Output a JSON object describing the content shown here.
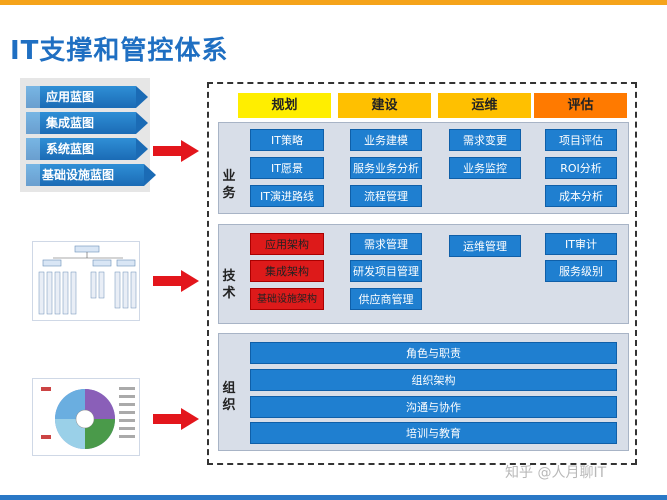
{
  "title": "IT支撑和管控体系",
  "blueprints": [
    "应用蓝图",
    "集成蓝图",
    "系统蓝图",
    "基础设施蓝图"
  ],
  "phases": [
    {
      "label": "规划",
      "color": "#ffee00"
    },
    {
      "label": "建设",
      "color": "#ffc000"
    },
    {
      "label": "运维",
      "color": "#ffc000"
    },
    {
      "label": "评估",
      "color": "#ff7a00"
    }
  ],
  "rows": {
    "business": {
      "label": "业务",
      "cells": [
        [
          "IT策略",
          "IT愿景",
          "IT演进路线"
        ],
        [
          "业务建模",
          "服务业务分析",
          "流程管理"
        ],
        [
          "需求变更",
          "业务监控"
        ],
        [
          "项目评估",
          "ROI分析",
          "成本分析"
        ]
      ]
    },
    "technology": {
      "label": "技术",
      "cells": [
        [
          "应用架构",
          "集成架构",
          "基础设施架构"
        ],
        [
          "需求管理",
          "研发项目管理",
          "供应商管理"
        ],
        [
          "运维管理"
        ],
        [
          "IT审计",
          "服务级别"
        ]
      ]
    },
    "organization": {
      "label": "组织",
      "items": [
        "角色与职责",
        "组织架构",
        "沟通与协作",
        "培训与教育"
      ]
    }
  },
  "watermark": "知乎 @人月聊IT"
}
